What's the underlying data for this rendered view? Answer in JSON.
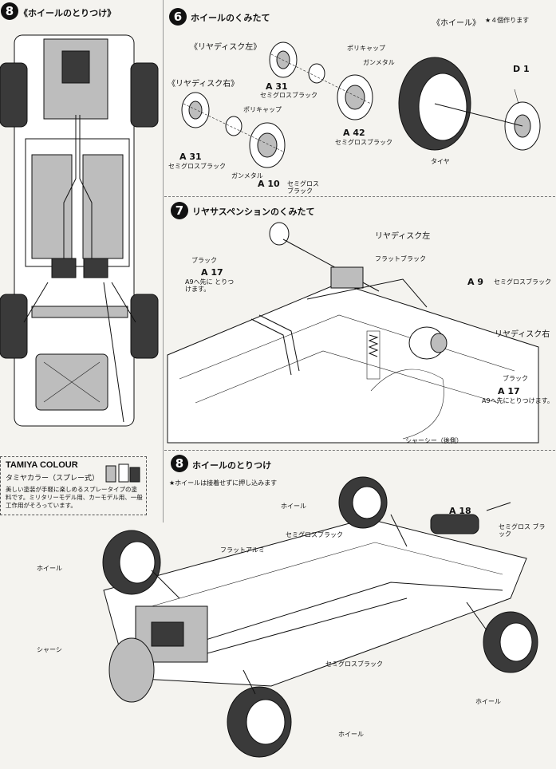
{
  "left_panel": {
    "step": "8",
    "title": "《ホイールのとりつけ》"
  },
  "colour_box": {
    "title": "TAMIYA COLOUR",
    "subtitle": "タミヤカラー（スプレー式）",
    "desc": "美しい塗装が手軽に楽しめるスプレータイプの塗料です。ミリタリーモデル用、カーモデル用、一般工作用がそろっています。"
  },
  "step6": {
    "num": "6",
    "title": "ホイールのくみたて",
    "disc_left": "《リヤディスク左》",
    "disc_right": "《リヤディスク右》",
    "wheel_heading": "《ホイール》",
    "wheel_note": "★４個作ります",
    "polycap_a": "ポリキャップ",
    "polycap_b": "ポリキャップ",
    "gunmetal_a": "ガンメタル",
    "gunmetal_b": "ガンメタル",
    "a31_top": "A 31",
    "a31_top_color": "セミグロスブラック",
    "a42": "A 42",
    "a42_color": "セミグロスブラック",
    "a31_left": "A 31",
    "a31_left_color": "セミグロスブラック",
    "a10": "A 10",
    "a10_color": "セミグロス ブラック",
    "d1": "D 1",
    "tire": "タイヤ"
  },
  "step7": {
    "num": "7",
    "title": "リヤサスペンションのくみたて",
    "disc_left": "リヤディスク左",
    "flat_black": "フラットブラック",
    "black_a": "ブラック",
    "a17_a": "A 17",
    "a17_a_note": "A9へ先に とりつけます。",
    "a9": "A 9",
    "a9_color": "セミグロスブラック",
    "disc_right": "リヤディスク右",
    "black_b": "ブラック",
    "a17_b": "A 17",
    "a17_b_note": "A9へ先にとりつけます。",
    "chassis_rear": "シャーシー（後側）"
  },
  "step8": {
    "num": "8",
    "title": "ホイールのとりつけ",
    "note": "★ホイールは接着せずに押し込みます",
    "wheel_a": "ホイール",
    "a18": "A 18",
    "semigloss_a": "セミグロスブラック",
    "semigloss_b": "セミグロス ブラック",
    "flat_alumi": "フラットアルミ",
    "wheel_b": "ホイール",
    "chassis": "シャーシ",
    "semigloss_c": "セミグロスブラック",
    "wheel_c": "ホイール",
    "wheel_d": "ホイール"
  }
}
